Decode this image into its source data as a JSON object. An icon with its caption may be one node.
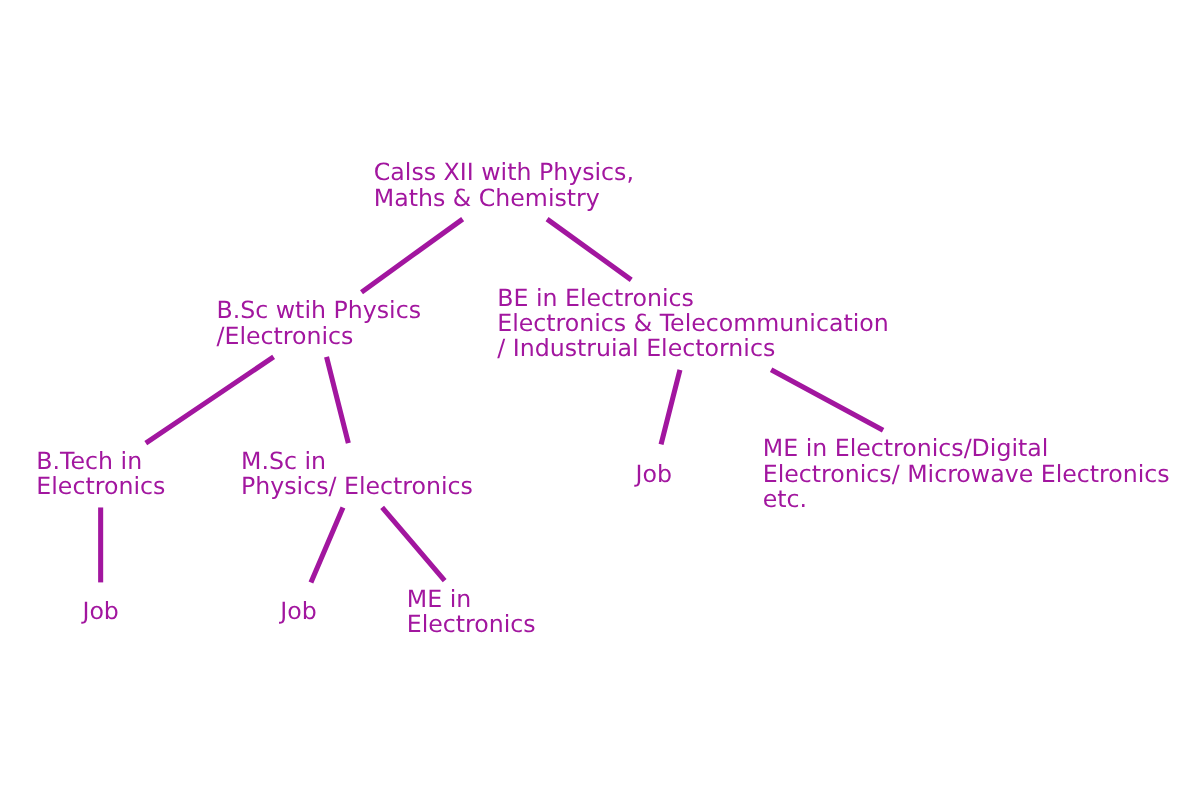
{
  "diagram": {
    "nodes": [
      {
        "text": [
          "Calss XII with Physics, Maths & Chemistry"
        ]
      },
      {
        "text": [
          "B.Sc wtih Physics /Electronics"
        ]
      },
      {
        "text": [
          "BE in Electronics Electronics & Telecommunication / Industruial Electornics"
        ]
      },
      {
        "text": [
          "B.Tech in Electronics"
        ]
      },
      {
        "text": [
          "M.Sc in Physics/ Electronics"
        ]
      },
      {
        "text": [
          "Job"
        ]
      },
      {
        "text": [
          "Job"
        ]
      },
      {
        "text": [
          "ME in Electronics"
        ]
      },
      {
        "text": [
          "Job"
        ]
      },
      {
        "text": [
          "ME in Electronics/Digital Electronics/ Microwave Electronics etc."
        ]
      }
    ],
    "edges": [
      {
        "from": 0,
        "to": 1,
        "arrow": "none"
      },
      {
        "from": 0,
        "to": 2,
        "arrow": "none"
      },
      {
        "from": 1,
        "to": 3,
        "arrow": "none"
      },
      {
        "from": 1,
        "to": 4,
        "arrow": "none"
      },
      {
        "from": 3,
        "to": 5,
        "arrow": "none"
      },
      {
        "from": 4,
        "to": 6,
        "arrow": "none"
      },
      {
        "from": 4,
        "to": 7,
        "arrow": "none"
      },
      {
        "from": 2,
        "to": 8,
        "arrow": "none"
      },
      {
        "from": 2,
        "to": 9,
        "arrow": "none"
      }
    ]
  }
}
